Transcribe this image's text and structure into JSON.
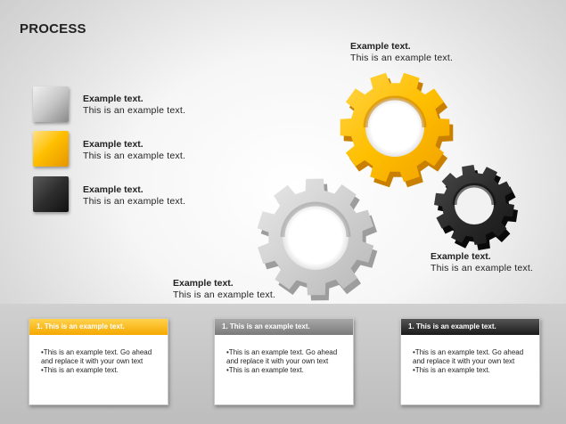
{
  "slide": {
    "title": "PROCESS",
    "legend": [
      {
        "color": "gray",
        "heading": "Example  text.",
        "body": "This  is  an  example  text."
      },
      {
        "color": "yellow",
        "heading": "Example  text.",
        "body": "This  is  an  example  text."
      },
      {
        "color": "black",
        "heading": "Example  text.",
        "body": "This  is  an  example  text."
      }
    ],
    "gear_labels": {
      "yellow": {
        "heading": "Example  text.",
        "body": "This  is  an  example  text."
      },
      "black": {
        "heading": "Example  text.",
        "body": "This  is  an  example  text."
      },
      "gray": {
        "heading": "Example  text.",
        "body": "This  is  an  example  text."
      }
    },
    "cards": [
      {
        "color": "yellow",
        "header": "1.  This is an example text.",
        "bullet1": "•This is an example text. Go ahead and replace it with your own text",
        "bullet2": "•This is an example text."
      },
      {
        "color": "gray",
        "header": "1.  This is an example text.",
        "bullet1": "•This is an example text. Go ahead and replace it with your own text",
        "bullet2": "•This is an example text."
      },
      {
        "color": "black",
        "header": "1.  This is an example text.",
        "bullet1": "•This is an example text. Go ahead and replace it with your own text",
        "bullet2": "•This is an example text."
      }
    ],
    "colors": {
      "yellow": "#ffc000",
      "gray": "#c8c8c8",
      "black": "#2a2a2a"
    }
  }
}
